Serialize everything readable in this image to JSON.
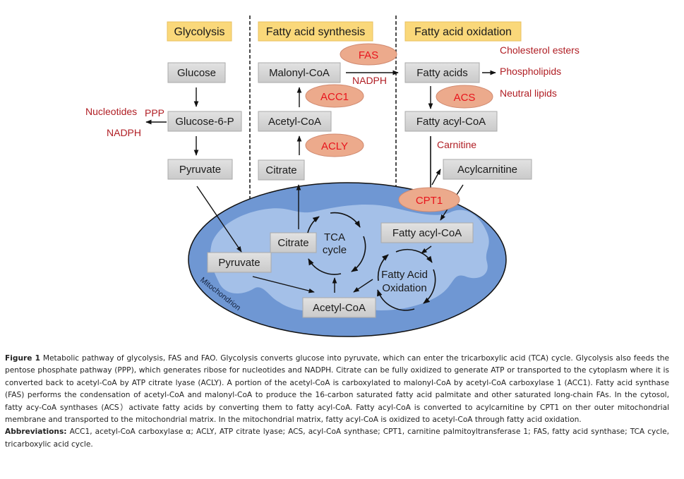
{
  "sections": {
    "glycolysis": "Glycolysis",
    "fatty_acid_synthesis": "Fatty acid synthesis",
    "fatty_acid_oxidation": "Fatty acid oxidation"
  },
  "glycolysis": {
    "glucose": "Glucose",
    "glucose6p": "Glucose-6-P",
    "pyruvate": "Pyruvate",
    "ppp": "PPP",
    "nucleotides": "Nucleotides",
    "nadph": "NADPH"
  },
  "synthesis": {
    "malonyl_coa": "Malonyl-CoA",
    "acetyl_coa": "Acetyl-CoA",
    "citrate": "Citrate",
    "fas": "FAS",
    "acc1": "ACC1",
    "acly": "ACLY",
    "nadph": "NADPH"
  },
  "oxidation": {
    "fatty_acids": "Fatty acids",
    "fatty_acyl_coa": "Fatty acyl-CoA",
    "acylcarnitine": "Acylcarnitine",
    "acs": "ACS",
    "cpt1": "CPT1",
    "carnitine": "Carnitine",
    "cholesterol_esters": "Cholesterol esters",
    "phospholipids": "Phospholipids",
    "neutral_lipids": "Neutral lipids"
  },
  "mitochondrion": {
    "label": "Mitochondrion",
    "citrate": "Citrate",
    "tca_line1": "TCA",
    "tca_line2": "cycle",
    "pyruvate": "Pyruvate",
    "acetyl_coa": "Acetyl-CoA",
    "fatty_acyl_coa": "Fatty acyl-CoA",
    "fao_line1": "Fatty Acid",
    "fao_line2": "Oxidation"
  },
  "colors": {
    "section_header_bg": "#fad87a",
    "node_bg": "#d4d4d4",
    "enzyme_bg": "#ecaa8c",
    "enzyme_text": "#e8141c",
    "annotation_text": "#b01e24",
    "mito_outer": "#6f97d3",
    "mito_inner": "#a4c0e8"
  },
  "caption": {
    "figure_label": "Figure 1",
    "figure_text": "Metabolic pathway of glycolysis, FAS and FAO. Glycolysis converts glucose into pyruvate, which can enter the tricarboxylic acid (TCA) cycle. Glycolysis also feeds the pentose phosphate pathway (PPP), which generates ribose for nucleotides and NADPH. Citrate can be fully oxidized to generate ATP or transported to the cytoplasm where it is converted back to acetyl-CoA by ATP citrate lyase (ACLY). A portion of the acetyl-CoA is carboxylated to malonyl-CoA by acetyl-CoA carboxylase 1 (ACC1). Fatty acid synthase (FAS) performs the condensation of acetyl-CoA and malonyl-CoA to produce the 16-carbon saturated fatty acid palmitate and other saturated long-chain FAs. In the cytosol, fatty acy-CoA synthases (ACS）activate fatty acids by converting them to fatty acyl-CoA. Fatty acyl-CoA is converted to acylcarnitine by CPT1 on ther outer mitochondrial membrane and transported to the mitochondrial matrix. In the mitochondrial matrix, fatty acyl-CoA is oxidized to acetyl-CoA through fatty acid oxidation.",
    "abbrev_label": "Abbreviations:",
    "abbrev_text": "ACC1, acetyl-CoA carboxylase α; ACLY, ATP citrate lyase; ACS, acyl-CoA synthase; CPT1, carnitine palmitoyltransferase 1; FAS, fatty acid synthase; TCA cycle, tricarboxylic acid cycle."
  }
}
